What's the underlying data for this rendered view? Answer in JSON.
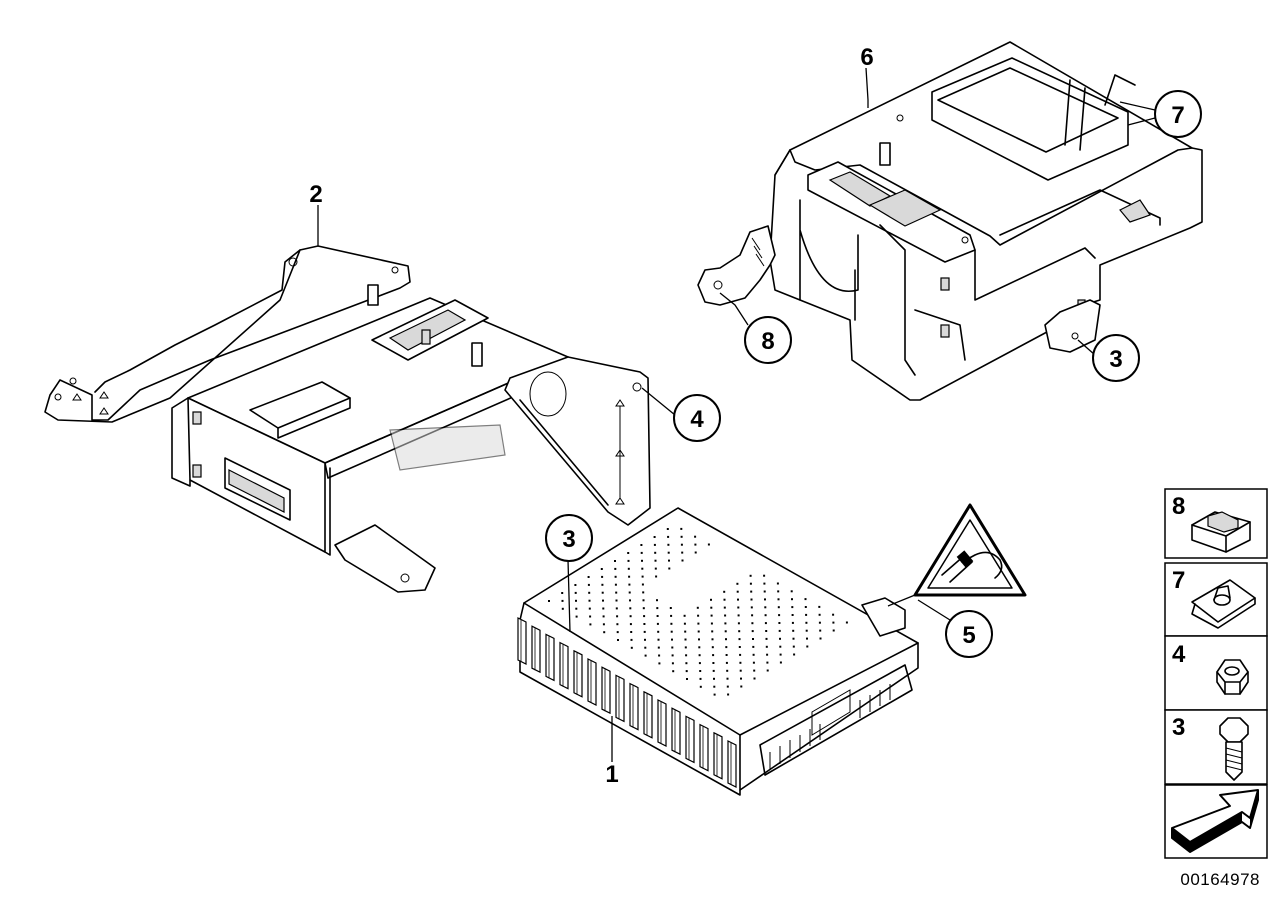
{
  "diagram": {
    "document_id": "00164978",
    "part_labels": {
      "bracket_upper": "2",
      "amplifier": "1",
      "carrier": "6",
      "clip_nut_callout": "7",
      "clamp_callout": "8",
      "screw_callout_right": "3",
      "nut_callout": "4",
      "screw_callout_left": "3",
      "warning_callout": "5"
    },
    "legend": [
      {
        "label": "8",
        "icon": "clamp-clip-icon"
      },
      {
        "label": "7",
        "icon": "spring-nut-icon"
      },
      {
        "label": "4",
        "icon": "hex-nut-icon"
      },
      {
        "label": "3",
        "icon": "hex-bolt-icon"
      },
      {
        "label": "",
        "icon": "direction-arrow-icon"
      }
    ]
  }
}
